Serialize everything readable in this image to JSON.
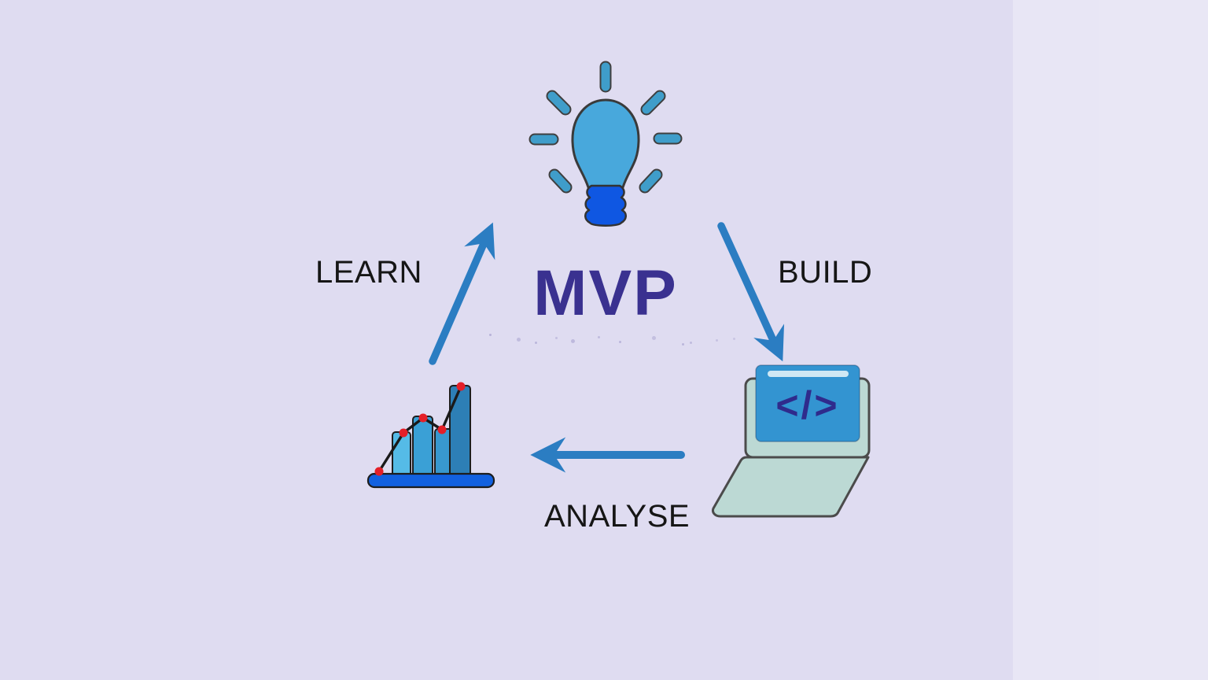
{
  "canvas": {
    "background_color": "#dfdcf1",
    "right_band_color": "rgba(255,255,255,0.30)"
  },
  "diagram": {
    "title": "MVP",
    "steps": {
      "learn": "LEARN",
      "build": "BUILD",
      "analyse": "ANALYSE"
    },
    "code_symbol": "</>",
    "colors": {
      "title_text": "#3a3190",
      "label_text": "#161616",
      "arrow": "#2b7dc2",
      "ray": "#3f9dca",
      "bulb_glass": "#48a8dc",
      "bulb_base": "#0f57e2",
      "chart_base": "#1261e0",
      "chart_bar_1": "#55bbe7",
      "chart_bar_2": "#3aa0d6",
      "chart_bar_3": "#3898ce",
      "chart_bar_4": "#2d7fb6",
      "chart_line": "#1a1a1a",
      "chart_dot": "#e41f28",
      "laptop_body": "#bcd9d4",
      "laptop_screen": "#3394d1",
      "laptop_screen_bar": "#cfe8f4",
      "code_text": "#2f2b8c"
    }
  }
}
